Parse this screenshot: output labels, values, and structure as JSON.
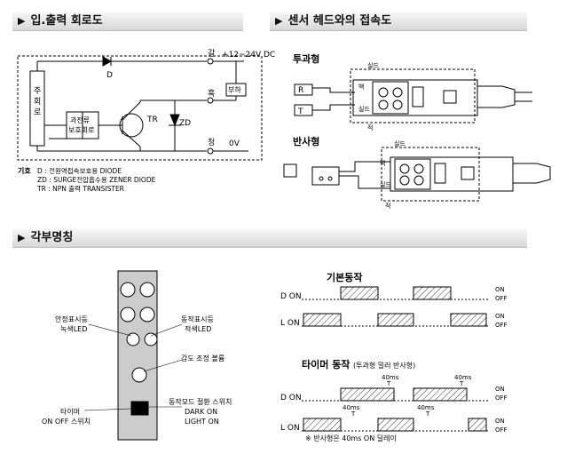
{
  "headers": {
    "io_circuit": "입.출력 회로도",
    "sensor_head": "센서 헤드와의 접속도",
    "parts": "각부명칭"
  },
  "circuit": {
    "main_circuit": "주\n회\n로",
    "protection": [
      "과전류",
      "보호회로"
    ],
    "tr": "TR",
    "zd": "ZD",
    "d": "D",
    "brown": "갈",
    "black": "흑",
    "blue": "청",
    "supply": "+12~24V DC",
    "zero": "0V",
    "load": "부하",
    "legend_title": "기호",
    "legend": [
      "D : 전원역접속보호용 DIODE",
      "ZD : SURGE전압흡수용 ZENER DIODE",
      "TR : NPN 출력 TRANSISTER"
    ]
  },
  "connection": {
    "through_beam": "투과형",
    "reflective": "반사형",
    "R": "R",
    "T": "T",
    "shield": "실드",
    "black": "백",
    "red": "적"
  },
  "parts": {
    "labels": [
      "안정표시등",
      "녹색LED",
      "동작표시등",
      "적색LED",
      "감도 조정 볼륨",
      "동작모드 절환 스위치",
      "DARK ON",
      "LIGHT ON",
      "타이머",
      "ON OFF 스위치"
    ]
  },
  "timing": {
    "basic_title": "기본동작",
    "timer_title": "타이머 동작",
    "timer_subtitle": "(투과형 밀러 반사형)",
    "d_on": "D ON",
    "l_on": "L ON",
    "on": "ON",
    "off": "OFF",
    "delay": "40ms",
    "t": "T",
    "note": "※ 반사형은 40ms ON 딜레이"
  }
}
